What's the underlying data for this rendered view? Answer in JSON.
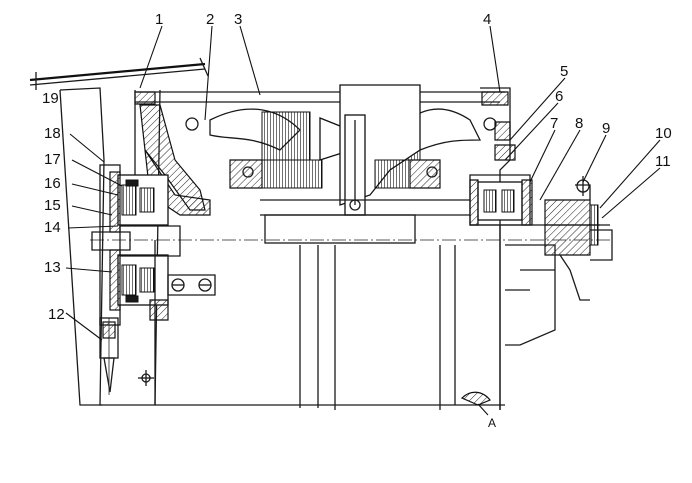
{
  "callouts": [
    {
      "id": "1",
      "text": "1"
    },
    {
      "id": "2",
      "text": "2"
    },
    {
      "id": "3",
      "text": "3"
    },
    {
      "id": "4",
      "text": "4"
    },
    {
      "id": "5",
      "text": "5"
    },
    {
      "id": "6",
      "text": "6"
    },
    {
      "id": "7",
      "text": "7"
    },
    {
      "id": "8",
      "text": "8"
    },
    {
      "id": "9",
      "text": "9"
    },
    {
      "id": "10",
      "text": "10"
    },
    {
      "id": "11",
      "text": "11"
    },
    {
      "id": "12",
      "text": "12"
    },
    {
      "id": "13",
      "text": "13"
    },
    {
      "id": "14",
      "text": "14"
    },
    {
      "id": "15",
      "text": "15"
    },
    {
      "id": "16",
      "text": "16"
    },
    {
      "id": "17",
      "text": "17"
    },
    {
      "id": "18",
      "text": "18"
    },
    {
      "id": "19",
      "text": "19"
    }
  ],
  "view_marker": "A",
  "colors": {
    "line": "#1a1a1a",
    "background": "#ffffff"
  }
}
